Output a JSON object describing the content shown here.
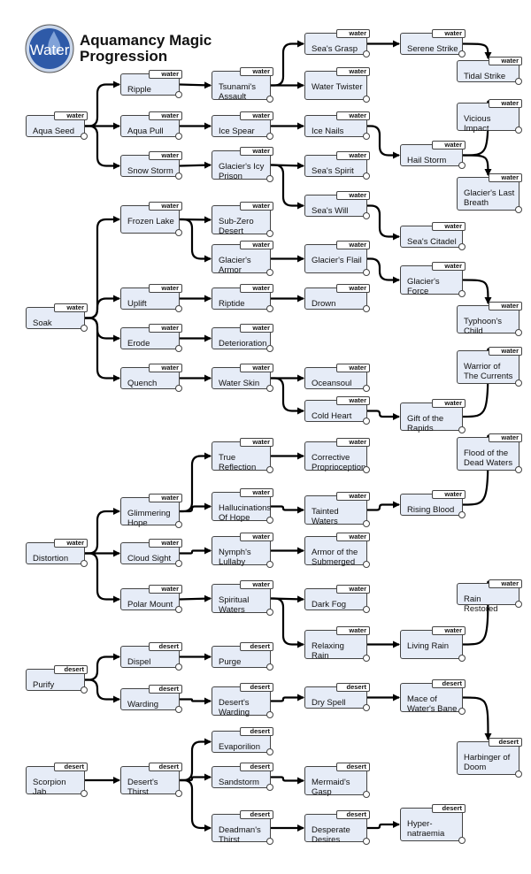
{
  "title": "Aquamancy Magic Progression",
  "logo_text": "Water",
  "colors": {
    "node_fill": "#e6ecf7",
    "node_border": "#444444",
    "edge": "#000000",
    "logo_blue": "#2e5aa8"
  },
  "nodes": [
    {
      "id": "aqua_seed",
      "label": "Aqua Seed",
      "tag": "water"
    },
    {
      "id": "ripple",
      "label": "Ripple",
      "tag": "water"
    },
    {
      "id": "aqua_pull",
      "label": "Aqua Pull",
      "tag": "water"
    },
    {
      "id": "snow_storm",
      "label": "Snow Storm",
      "tag": "water"
    },
    {
      "id": "tsunamis_assault",
      "label": "Tsunami's Assault",
      "tag": "water"
    },
    {
      "id": "ice_spear",
      "label": "Ice Spear",
      "tag": "water"
    },
    {
      "id": "glaciers_icy_prison",
      "label": "Glacier's Icy Prison",
      "tag": "water"
    },
    {
      "id": "seas_grasp",
      "label": "Sea's Grasp",
      "tag": "water"
    },
    {
      "id": "water_twister",
      "label": "Water Twister",
      "tag": "water"
    },
    {
      "id": "ice_nails",
      "label": "Ice Nails",
      "tag": "water"
    },
    {
      "id": "seas_spirit",
      "label": "Sea's Spirit",
      "tag": "water"
    },
    {
      "id": "seas_will",
      "label": "Sea's Will",
      "tag": "water"
    },
    {
      "id": "serene_strike",
      "label": "Serene Strike",
      "tag": "water"
    },
    {
      "id": "tidal_strike",
      "label": "Tidal Strike",
      "tag": "water"
    },
    {
      "id": "vicious_impact",
      "label": "Vicious Impact",
      "tag": "water"
    },
    {
      "id": "hail_storm",
      "label": "Hail Storm",
      "tag": "water"
    },
    {
      "id": "glaciers_last_breath",
      "label": "Glacier's Last Breath",
      "tag": "water"
    },
    {
      "id": "seas_citadel",
      "label": "Sea's Citadel",
      "tag": "water"
    },
    {
      "id": "soak",
      "label": "Soak",
      "tag": "water"
    },
    {
      "id": "frozen_lake",
      "label": "Frozen Lake",
      "tag": "water"
    },
    {
      "id": "sub_zero_desert",
      "label": "Sub-Zero Desert",
      "tag": "water"
    },
    {
      "id": "glaciers_armor",
      "label": "Glacier's Armor",
      "tag": "water"
    },
    {
      "id": "glaciers_flail",
      "label": "Glacier's Flail",
      "tag": "water"
    },
    {
      "id": "glaciers_force",
      "label": "Glacier's Force",
      "tag": "water"
    },
    {
      "id": "typhoons_child",
      "label": "Typhoon's Child",
      "tag": "water"
    },
    {
      "id": "uplift",
      "label": "Uplift",
      "tag": "water"
    },
    {
      "id": "riptide",
      "label": "Riptide",
      "tag": "water"
    },
    {
      "id": "drown",
      "label": "Drown",
      "tag": "water"
    },
    {
      "id": "erode",
      "label": "Erode",
      "tag": "water"
    },
    {
      "id": "deterioration",
      "label": "Deterioration",
      "tag": "water"
    },
    {
      "id": "quench",
      "label": "Quench",
      "tag": "water"
    },
    {
      "id": "water_skin",
      "label": "Water Skin",
      "tag": "water"
    },
    {
      "id": "oceansoul",
      "label": "Oceansoul",
      "tag": "water"
    },
    {
      "id": "cold_heart",
      "label": "Cold Heart",
      "tag": "water"
    },
    {
      "id": "gift_of_the_rapids",
      "label": "Gift of the Rapids",
      "tag": "water"
    },
    {
      "id": "warrior_of_the_currents",
      "label": "Warrior of The Currents",
      "tag": "water"
    },
    {
      "id": "distortion",
      "label": "Distortion",
      "tag": "water"
    },
    {
      "id": "glimmering_hope",
      "label": "Glimmering Hope",
      "tag": "water"
    },
    {
      "id": "true_reflection",
      "label": "True Reflection",
      "tag": "water"
    },
    {
      "id": "corrective_proprioception",
      "label": "Corrective Proprioception",
      "tag": "water"
    },
    {
      "id": "hallucinations_of_hope",
      "label": "Hallucinations Of Hope",
      "tag": "water"
    },
    {
      "id": "tainted_waters",
      "label": "Tainted Waters",
      "tag": "water"
    },
    {
      "id": "rising_blood",
      "label": "Rising Blood",
      "tag": "water"
    },
    {
      "id": "flood_of_the_dead_waters",
      "label": "Flood of the Dead Waters",
      "tag": "water"
    },
    {
      "id": "cloud_sight",
      "label": "Cloud Sight",
      "tag": "water"
    },
    {
      "id": "nymphs_lullaby",
      "label": "Nymph's Lullaby",
      "tag": "water"
    },
    {
      "id": "armor_of_the_submerged",
      "label": "Armor of the Submerged",
      "tag": "water"
    },
    {
      "id": "polar_mount",
      "label": "Polar Mount",
      "tag": "water"
    },
    {
      "id": "spiritual_waters",
      "label": "Spiritual Waters",
      "tag": "water"
    },
    {
      "id": "dark_fog",
      "label": "Dark Fog",
      "tag": "water"
    },
    {
      "id": "relaxing_rain",
      "label": "Relaxing Rain",
      "tag": "water"
    },
    {
      "id": "living_rain",
      "label": "Living Rain",
      "tag": "water"
    },
    {
      "id": "rain_restored",
      "label": "Rain Restored",
      "tag": "water"
    },
    {
      "id": "purify",
      "label": "Purify",
      "tag": "desert"
    },
    {
      "id": "dispel",
      "label": "Dispel",
      "tag": "desert"
    },
    {
      "id": "purge",
      "label": "Purge",
      "tag": "desert"
    },
    {
      "id": "warding",
      "label": "Warding",
      "tag": "desert"
    },
    {
      "id": "deserts_warding",
      "label": "Desert's Warding",
      "tag": "desert"
    },
    {
      "id": "dry_spell",
      "label": "Dry Spell",
      "tag": "desert"
    },
    {
      "id": "mace_of_waters_bane",
      "label": "Mace of Water's Bane",
      "tag": "desert"
    },
    {
      "id": "harbinger_of_doom",
      "label": "Harbinger of Doom",
      "tag": "desert"
    },
    {
      "id": "scorpion_jab",
      "label": "Scorpion Jab",
      "tag": "desert"
    },
    {
      "id": "deserts_thirst",
      "label": "Desert's Thirst",
      "tag": "desert"
    },
    {
      "id": "evaporilion",
      "label": "Evaporilion",
      "tag": "desert"
    },
    {
      "id": "sandstorm",
      "label": "Sandstorm",
      "tag": "desert"
    },
    {
      "id": "mermaids_gasp",
      "label": "Mermaid's Gasp",
      "tag": "desert"
    },
    {
      "id": "deadmans_thirst",
      "label": "Deadman's Thirst",
      "tag": "desert"
    },
    {
      "id": "desperate_desires",
      "label": "Desperate Desires",
      "tag": "desert"
    },
    {
      "id": "hyper_natraemia",
      "label": "Hyper-natraemia",
      "tag": "desert"
    }
  ],
  "edges": [
    [
      "aqua_seed",
      "ripple"
    ],
    [
      "aqua_seed",
      "aqua_pull"
    ],
    [
      "aqua_seed",
      "snow_storm"
    ],
    [
      "ripple",
      "tsunamis_assault"
    ],
    [
      "aqua_pull",
      "ice_spear"
    ],
    [
      "snow_storm",
      "glaciers_icy_prison"
    ],
    [
      "tsunamis_assault",
      "seas_grasp"
    ],
    [
      "tsunamis_assault",
      "water_twister"
    ],
    [
      "ice_spear",
      "ice_nails"
    ],
    [
      "glaciers_icy_prison",
      "seas_spirit"
    ],
    [
      "glaciers_icy_prison",
      "seas_will"
    ],
    [
      "seas_grasp",
      "serene_strike"
    ],
    [
      "serene_strike",
      "tidal_strike"
    ],
    [
      "ice_nails",
      "hail_storm"
    ],
    [
      "hail_storm",
      "vicious_impact"
    ],
    [
      "hail_storm",
      "glaciers_last_breath"
    ],
    [
      "seas_will",
      "seas_citadel"
    ],
    [
      "soak",
      "frozen_lake"
    ],
    [
      "soak",
      "uplift"
    ],
    [
      "soak",
      "erode"
    ],
    [
      "soak",
      "quench"
    ],
    [
      "frozen_lake",
      "sub_zero_desert"
    ],
    [
      "frozen_lake",
      "glaciers_armor"
    ],
    [
      "glaciers_armor",
      "glaciers_flail"
    ],
    [
      "glaciers_flail",
      "glaciers_force"
    ],
    [
      "glaciers_force",
      "typhoons_child"
    ],
    [
      "uplift",
      "riptide"
    ],
    [
      "riptide",
      "drown"
    ],
    [
      "erode",
      "deterioration"
    ],
    [
      "quench",
      "water_skin"
    ],
    [
      "water_skin",
      "oceansoul"
    ],
    [
      "water_skin",
      "cold_heart"
    ],
    [
      "cold_heart",
      "gift_of_the_rapids"
    ],
    [
      "gift_of_the_rapids",
      "warrior_of_the_currents"
    ],
    [
      "distortion",
      "glimmering_hope"
    ],
    [
      "distortion",
      "cloud_sight"
    ],
    [
      "distortion",
      "polar_mount"
    ],
    [
      "glimmering_hope",
      "true_reflection"
    ],
    [
      "glimmering_hope",
      "hallucinations_of_hope"
    ],
    [
      "true_reflection",
      "corrective_proprioception"
    ],
    [
      "hallucinations_of_hope",
      "tainted_waters"
    ],
    [
      "tainted_waters",
      "rising_blood"
    ],
    [
      "rising_blood",
      "flood_of_the_dead_waters"
    ],
    [
      "cloud_sight",
      "nymphs_lullaby"
    ],
    [
      "nymphs_lullaby",
      "armor_of_the_submerged"
    ],
    [
      "polar_mount",
      "spiritual_waters"
    ],
    [
      "spiritual_waters",
      "dark_fog"
    ],
    [
      "spiritual_waters",
      "relaxing_rain"
    ],
    [
      "relaxing_rain",
      "living_rain"
    ],
    [
      "living_rain",
      "rain_restored"
    ],
    [
      "purify",
      "dispel"
    ],
    [
      "purify",
      "warding"
    ],
    [
      "dispel",
      "purge"
    ],
    [
      "warding",
      "deserts_warding"
    ],
    [
      "deserts_warding",
      "dry_spell"
    ],
    [
      "dry_spell",
      "mace_of_waters_bane"
    ],
    [
      "mace_of_waters_bane",
      "harbinger_of_doom"
    ],
    [
      "scorpion_jab",
      "deserts_thirst"
    ],
    [
      "deserts_thirst",
      "evaporilion"
    ],
    [
      "deserts_thirst",
      "sandstorm"
    ],
    [
      "deserts_thirst",
      "deadmans_thirst"
    ],
    [
      "sandstorm",
      "mermaids_gasp"
    ],
    [
      "deadmans_thirst",
      "desperate_desires"
    ],
    [
      "desperate_desires",
      "hyper_natraemia"
    ]
  ]
}
